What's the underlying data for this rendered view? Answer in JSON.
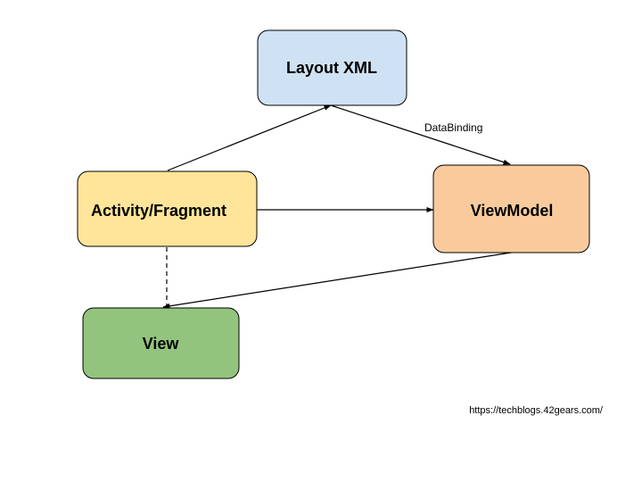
{
  "nodes": {
    "layout_xml": {
      "label": "Layout XML",
      "fill": "#cfe2f3",
      "stroke": "#000000"
    },
    "activity_fragment": {
      "label": "Activity/Fragment",
      "fill": "#ffe599",
      "stroke": "#000000"
    },
    "viewmodel": {
      "label": "ViewModel",
      "fill": "#f9cb9c",
      "stroke": "#000000"
    },
    "view": {
      "label": "View",
      "fill": "#93c47d",
      "stroke": "#000000"
    }
  },
  "edges": {
    "activity_to_layout": {
      "style": "solid",
      "arrow": "end"
    },
    "layout_to_viewmodel": {
      "style": "solid",
      "arrow": "end",
      "label": "DataBinding"
    },
    "activity_to_viewmodel": {
      "style": "solid",
      "arrow": "end"
    },
    "viewmodel_to_view": {
      "style": "solid",
      "arrow": "end"
    },
    "activity_to_view": {
      "style": "dashed",
      "arrow": "none"
    }
  },
  "footer": {
    "url": "https://techblogs.42gears.com/"
  }
}
